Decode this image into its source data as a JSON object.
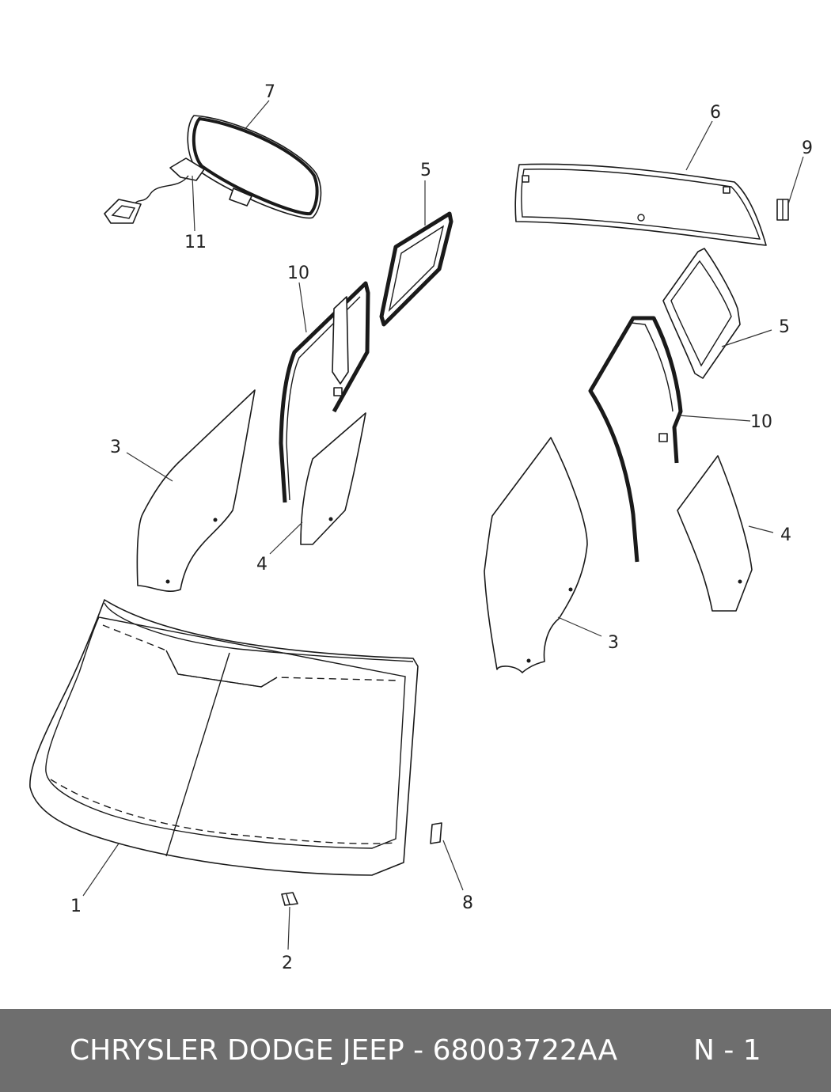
{
  "callouts": {
    "c7": "7",
    "c11": "11",
    "c5_left": "5",
    "c6": "6",
    "c9": "9",
    "c10_left": "10",
    "c5_right": "5",
    "c10_right": "10",
    "c3_left": "3",
    "c4_left": "4",
    "c4_right": "4",
    "c3_right": "3",
    "c1": "1",
    "c8": "8",
    "c2": "2"
  },
  "footer": {
    "title": "CHRYSLER DODGE JEEP - 68003722AA",
    "ref": "N - 1"
  }
}
